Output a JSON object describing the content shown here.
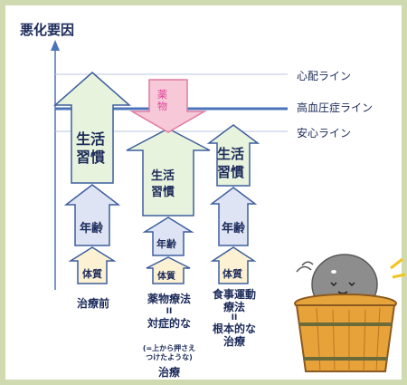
{
  "title": "悪化要因",
  "lines": {
    "danger": "心配ライン",
    "hypertension": "高血圧症ライン",
    "safe": "安心ライン"
  },
  "columns": {
    "before": {
      "label": "治療前",
      "lifestyle": [
        "生活",
        "習慣"
      ],
      "age": "年齢",
      "constitution": "体質"
    },
    "drug": {
      "label_lines": [
        "薬物療法",
        "II",
        "対症的な"
      ],
      "note_lines": [
        "(=上から押さえ",
        "つけたような)"
      ],
      "final": "治療",
      "arrow_text": [
        "薬",
        "物"
      ],
      "lifestyle": [
        "生活",
        "習慣"
      ],
      "age": "年齢",
      "constitution": "体質"
    },
    "diet": {
      "label_lines": [
        "食事運動",
        "療法",
        "II",
        "根本的な",
        "治療"
      ],
      "lifestyle": [
        "生活",
        "習慣"
      ],
      "age": "年齢",
      "constitution": "体質"
    }
  },
  "colors": {
    "lifestyle": "#e8f3dd",
    "age": "#dfe4f4",
    "constitution": "#fdf1d3",
    "drug_arrow": "#f6c8d8",
    "hypertension_line": "#4b73b9",
    "arrow_stroke": "#3d5f9e"
  },
  "illustration": "person-in-wooden-bathtub"
}
